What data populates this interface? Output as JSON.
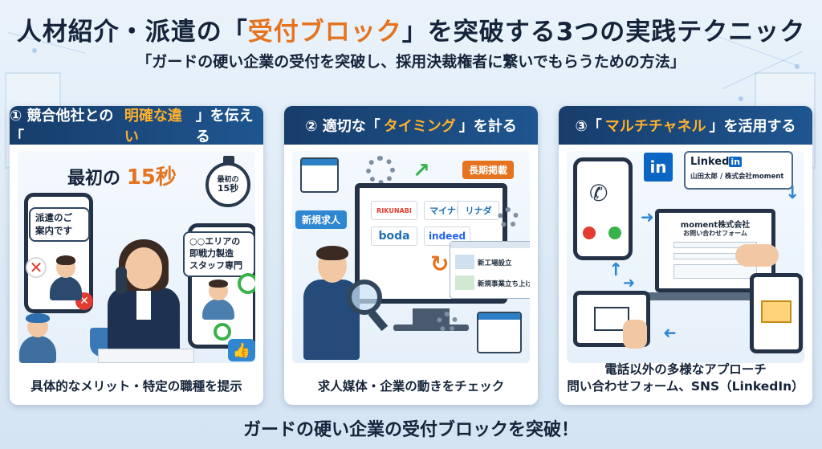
{
  "title": {
    "pre": "人材紹介・派遣の「",
    "highlight": "受付ブロック",
    "post": "」を突破する3つの実践テクニック"
  },
  "subtitle": "「ガードの硬い企業の受付を突破し、採用決裁権者に繋いでもらうための方法」",
  "cards": [
    {
      "head_pre": "① 競合他社との「",
      "head_highlight": "明確な違い",
      "head_post": "」を伝える",
      "first_label": "最初の",
      "first_num": "15秒",
      "stopwatch_l1": "最初の",
      "stopwatch_l2": "15秒",
      "bubble_left": "派遣のご\n案内です",
      "bubble_right": "○○エリアの\n即戦力製造\nスタッフ専門",
      "footer": "具体的なメリット・特定の職種を提示"
    },
    {
      "head_pre": "② 適切な「",
      "head_highlight": "タイミング",
      "head_post": "」を計る",
      "tag_new": "新規求人",
      "tag_long": "長期掲載",
      "logos": [
        "RIKUNABI",
        "マイナビ",
        "リナダ",
        "boda",
        "indeed"
      ],
      "panel_1": "新工場設立",
      "panel_2": "新規事業立ち上げ",
      "footer": "求人媒体・企業の動きをチェック"
    },
    {
      "head_pre": "③「",
      "head_highlight": "マルチチャネル",
      "head_post": "」を活用する",
      "li_brand": "Linked",
      "li_in": "in",
      "li_logo": "in",
      "li_person": "山田太郎 / 株式会社moment",
      "form_company": "moment株式会社",
      "form_title": "お問い合わせフォーム",
      "footer_l1": "電話以外の多様なアプローチ",
      "footer_l2": "問い合わせフォーム、SNS（LinkedIn）"
    }
  ],
  "bottom": "ガードの硬い企業の受付ブロックを突破！",
  "colors": {
    "accent": "#e5731f",
    "header": "#173d6b",
    "highlight": "#ffb12b",
    "linkedin": "#0a66c2"
  }
}
